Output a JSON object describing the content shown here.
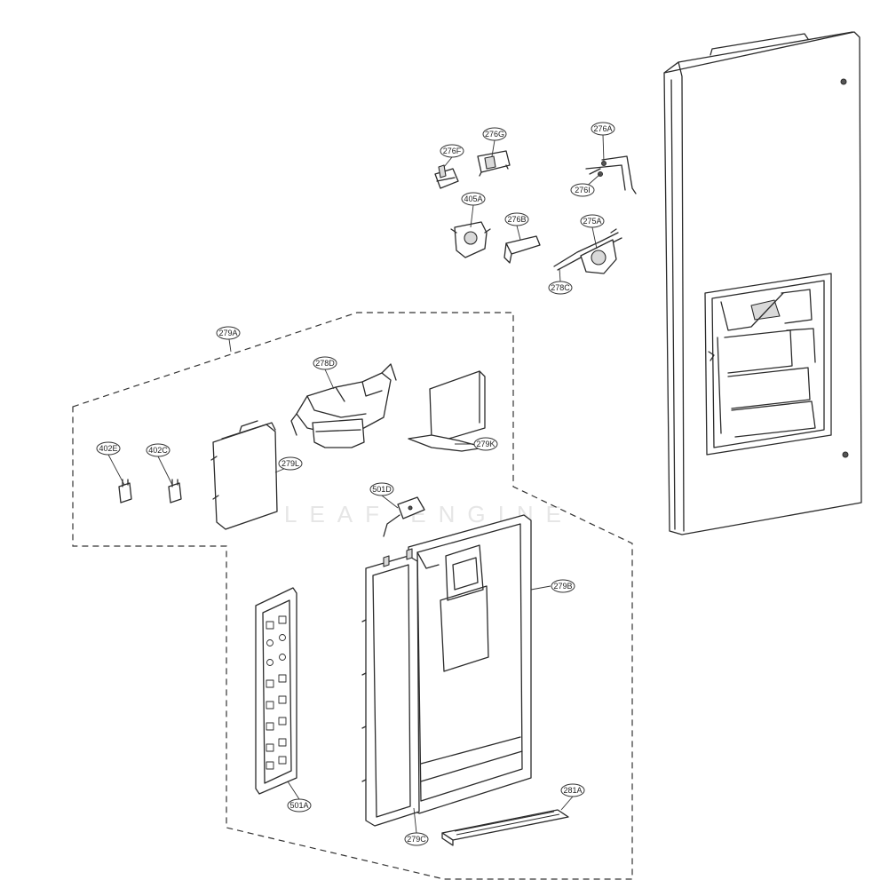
{
  "watermark": "LEAF ENGINE",
  "callouts": {
    "c276A": "276A",
    "c276F": "276F",
    "c276G": "276G",
    "c276I": "276I",
    "c405A": "405A",
    "c276B": "276B",
    "c275A": "275A",
    "c278C": "278C",
    "c279A": "279A",
    "c278D": "278D",
    "c402E": "402E",
    "c402C": "402C",
    "c279L": "279L",
    "c279K": "279K",
    "c501D": "501D",
    "c279B": "279B",
    "c501A": "501A",
    "c281A": "281A",
    "c279C": "279C"
  }
}
